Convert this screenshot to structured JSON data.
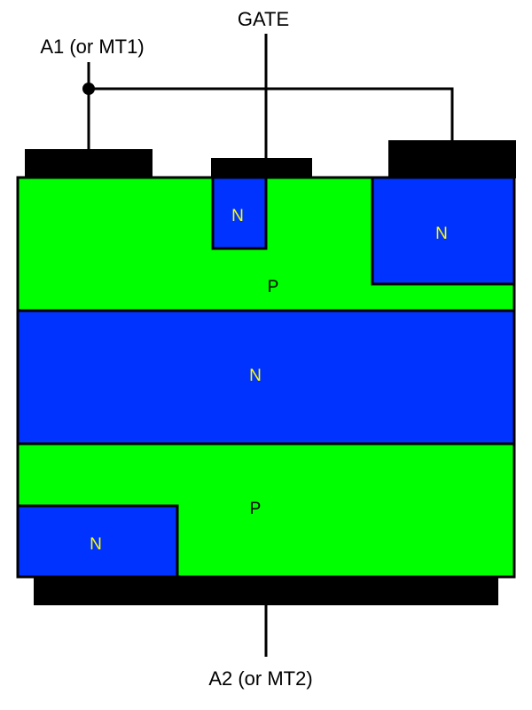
{
  "terminals": {
    "gate": "GATE",
    "a1": "A1 (or MT1)",
    "a2": "A2 (or MT2)"
  },
  "regions": {
    "top_p": "P",
    "middle_n": "N",
    "bottom_p": "P",
    "gate_n": "N",
    "a1_n": "N",
    "a2_n": "N"
  },
  "colors": {
    "p_type": "#00ff00",
    "n_type": "#0033ff",
    "n_label": "#ffff00",
    "metal": "#000000"
  }
}
